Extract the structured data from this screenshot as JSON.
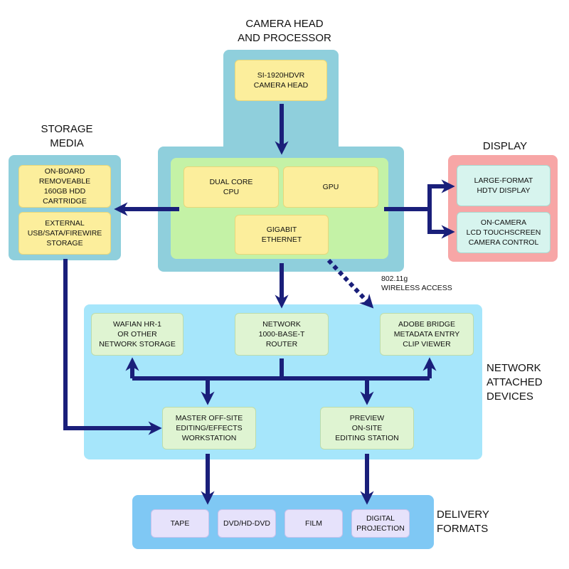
{
  "camera": {
    "title": "CAMERA HEAD\nAND PROCESSOR",
    "head": "SI-1920HDVR\nCAMERA HEAD",
    "cpu": "DUAL CORE\nCPU",
    "gpu": "GPU",
    "ethernet": "GIGABIT\nETHERNET"
  },
  "storage": {
    "title": "STORAGE\nMEDIA",
    "onboard": "ON-BOARD\nREMOVEABLE\n160GB HDD CARTRIDGE",
    "external": "EXTERNAL\nUSB/SATA/FIREWIRE\nSTORAGE"
  },
  "display": {
    "title": "DISPLAY",
    "large": "LARGE-FORMAT\nHDTV DISPLAY",
    "oncamera": "ON-CAMERA\nLCD TOUCHSCREEN\nCAMERA CONTROL"
  },
  "wireless_label": "802.11g\nWIRELESS ACCESS",
  "network": {
    "title": "NETWORK\nATTACHED\nDEVICES",
    "wafian": "WAFIAN HR-1\nOR OTHER\nNETWORK STORAGE",
    "router": "NETWORK\n1000-BASE-T\nROUTER",
    "adobe": "ADOBE BRIDGE\nMETADATA ENTRY\nCLIP VIEWER",
    "master": "MASTER OFF-SITE\nEDITING/EFFECTS\nWORKSTATION",
    "preview": "PREVIEW\nON-SITE\nEDITING STATION"
  },
  "delivery": {
    "title": "DELIVERY\nFORMATS",
    "tape": "TAPE",
    "dvd": "DVD/HD-DVD",
    "film": "FILM",
    "digital": "DIGITAL\nPROJECTION"
  },
  "colors": {
    "arrow": "#1a1f7a",
    "camera_panel": "#8fcfdc",
    "processor_panel": "#c4f2a6",
    "storage_panel": "#8fcfdc",
    "display_panel": "#f7a6a6",
    "network_panel": "#a6e6fb",
    "delivery_panel": "#7fc8f4"
  }
}
